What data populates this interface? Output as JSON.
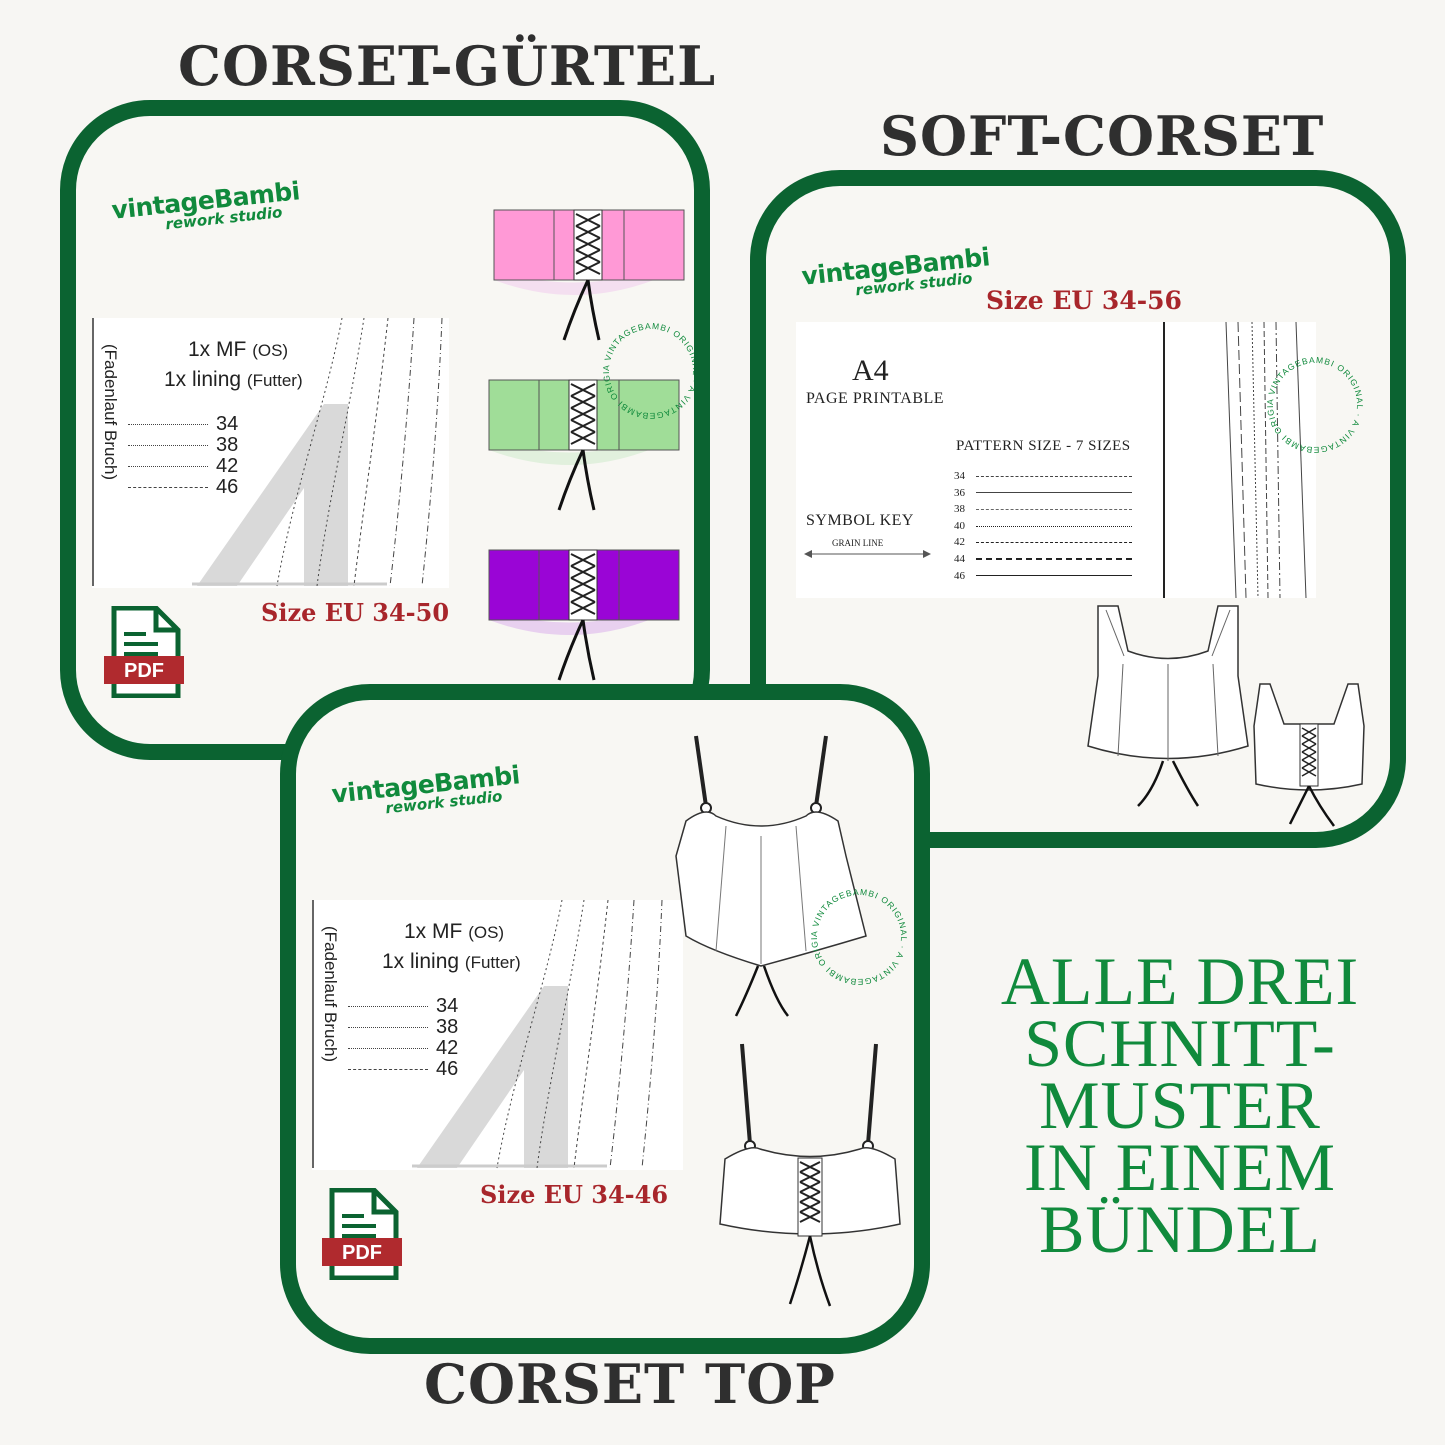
{
  "headings": {
    "belt": "CORSET-GÜRTEL",
    "soft": "SOFT-CORSET",
    "top": "CORSET TOP"
  },
  "brand": {
    "name": "vintageBambi",
    "tagline": "rework studio",
    "stamp_text": "A VINTAGEBAMBI ORIGINAL · A VINTAGEBAMBI ORIGINAL ·"
  },
  "belt_card": {
    "pieces": [
      "1x MF",
      "(OS)",
      "1x lining",
      "(Futter)"
    ],
    "fold_label": "(Fadenlauf  Bruch)",
    "sizes": [
      "34",
      "38",
      "42",
      "46"
    ],
    "size_range": "Size  EU 34-50",
    "pdf_label": "PDF",
    "belt_colors": [
      "#ff99d6",
      "#a0dd98",
      "#9a05d6"
    ]
  },
  "soft_card": {
    "size_range": "Size EU 34-56",
    "a4_title": "A4",
    "a4_sub": "PAGE PRINTABLE",
    "pattern_size": "PATTERN SIZE - 7 SIZES",
    "symbol_key": "SYMBOL KEY",
    "grain_line": "GRAIN LINE",
    "sizes": [
      "34",
      "36",
      "38",
      "40",
      "42",
      "44",
      "46"
    ]
  },
  "top_card": {
    "pieces": [
      "1x MF",
      "(OS)",
      "1x lining",
      "(Futter)"
    ],
    "fold_label": "(Fadenlauf  Bruch)",
    "sizes": [
      "34",
      "38",
      "42",
      "46"
    ],
    "size_range": "Size  EU 34-46",
    "pdf_label": "PDF"
  },
  "bundle_text": [
    "ALLE DREI",
    "SCHNITT-",
    "MUSTER",
    "IN EINEM",
    "BÜNDEL"
  ],
  "colors": {
    "frame_green": "#0b6331",
    "brand_green": "#108a3c",
    "size_red": "#a8262b",
    "pdf_red": "#b02a2e"
  }
}
